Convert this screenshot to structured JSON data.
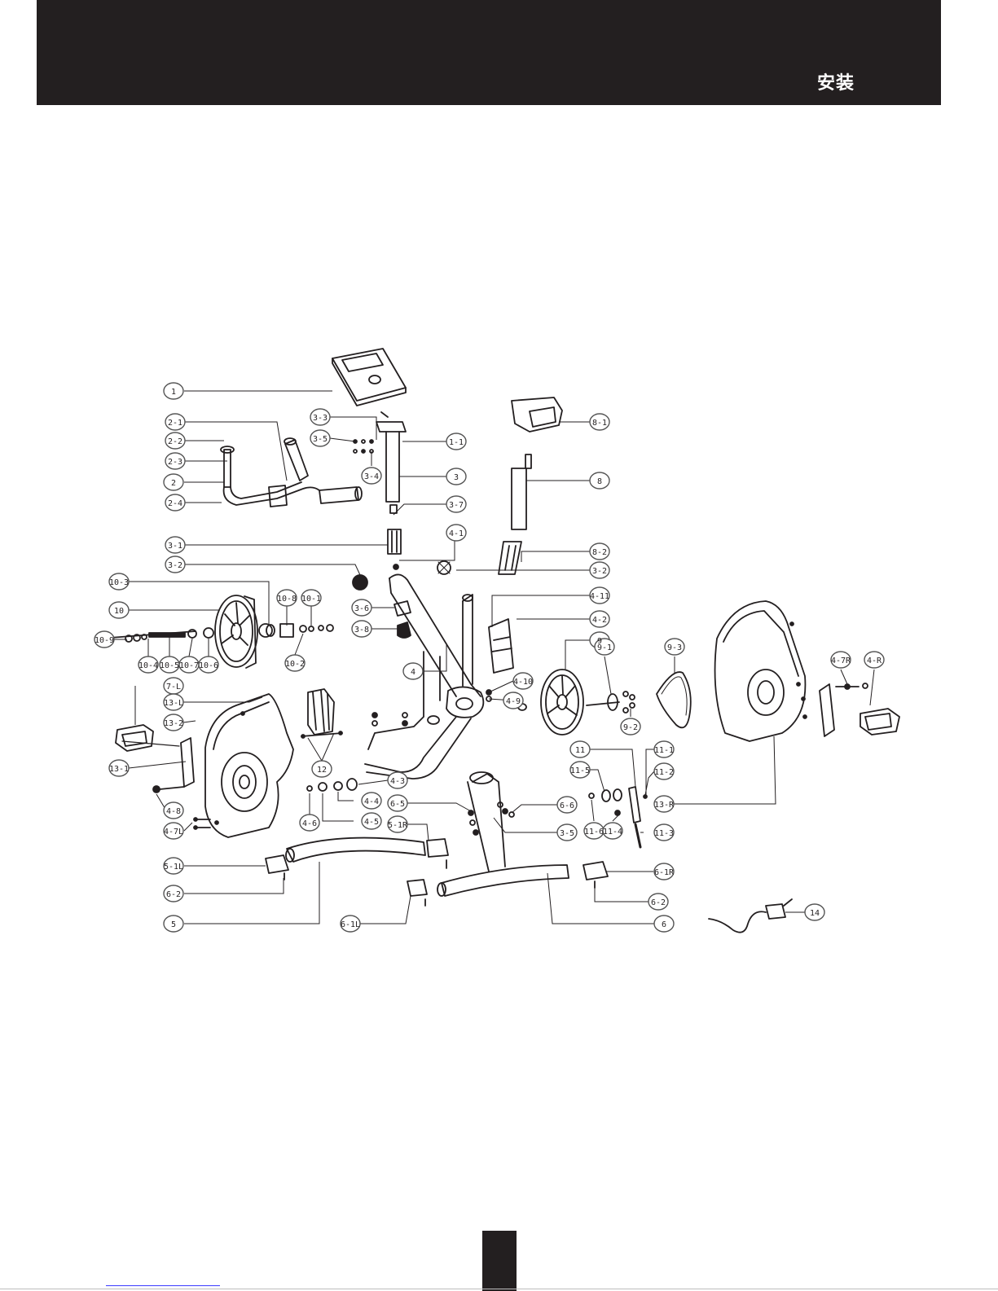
{
  "header": {
    "title": "安装"
  },
  "diagram": {
    "labels": [
      "1",
      "2-1",
      "2-2",
      "2-3",
      "2",
      "2-4",
      "3-3",
      "3-5",
      "3-4",
      "1-1",
      "3",
      "3-7",
      "8-1",
      "8",
      "3-1",
      "4-1",
      "8-2",
      "3-2",
      "3-2",
      "10-3",
      "10",
      "10-8",
      "10-1",
      "3-6",
      "4-11",
      "4-2",
      "10-9",
      "10-4",
      "10-5",
      "10-7",
      "10-6",
      "3-8",
      "10-2",
      "9",
      "9-1",
      "9-3",
      "4-7R",
      "4-R",
      "4",
      "4-10",
      "4-9",
      "7-L",
      "13-L",
      "13-2",
      "9-2",
      "13-1",
      "12",
      "11",
      "11-1",
      "11-5",
      "11-2",
      "4-3",
      "6-6",
      "6-5",
      "4-8",
      "4-4",
      "4-6",
      "4-5",
      "5-1R",
      "4-7L",
      "3-5",
      "11-6",
      "11-4",
      "11-3",
      "13-R",
      "5-1L",
      "6-1R",
      "6-2",
      "6-2",
      "14",
      "5",
      "6-1L",
      "6"
    ]
  },
  "colors": {
    "ink": "#231f20",
    "label_ring": "#555555"
  }
}
